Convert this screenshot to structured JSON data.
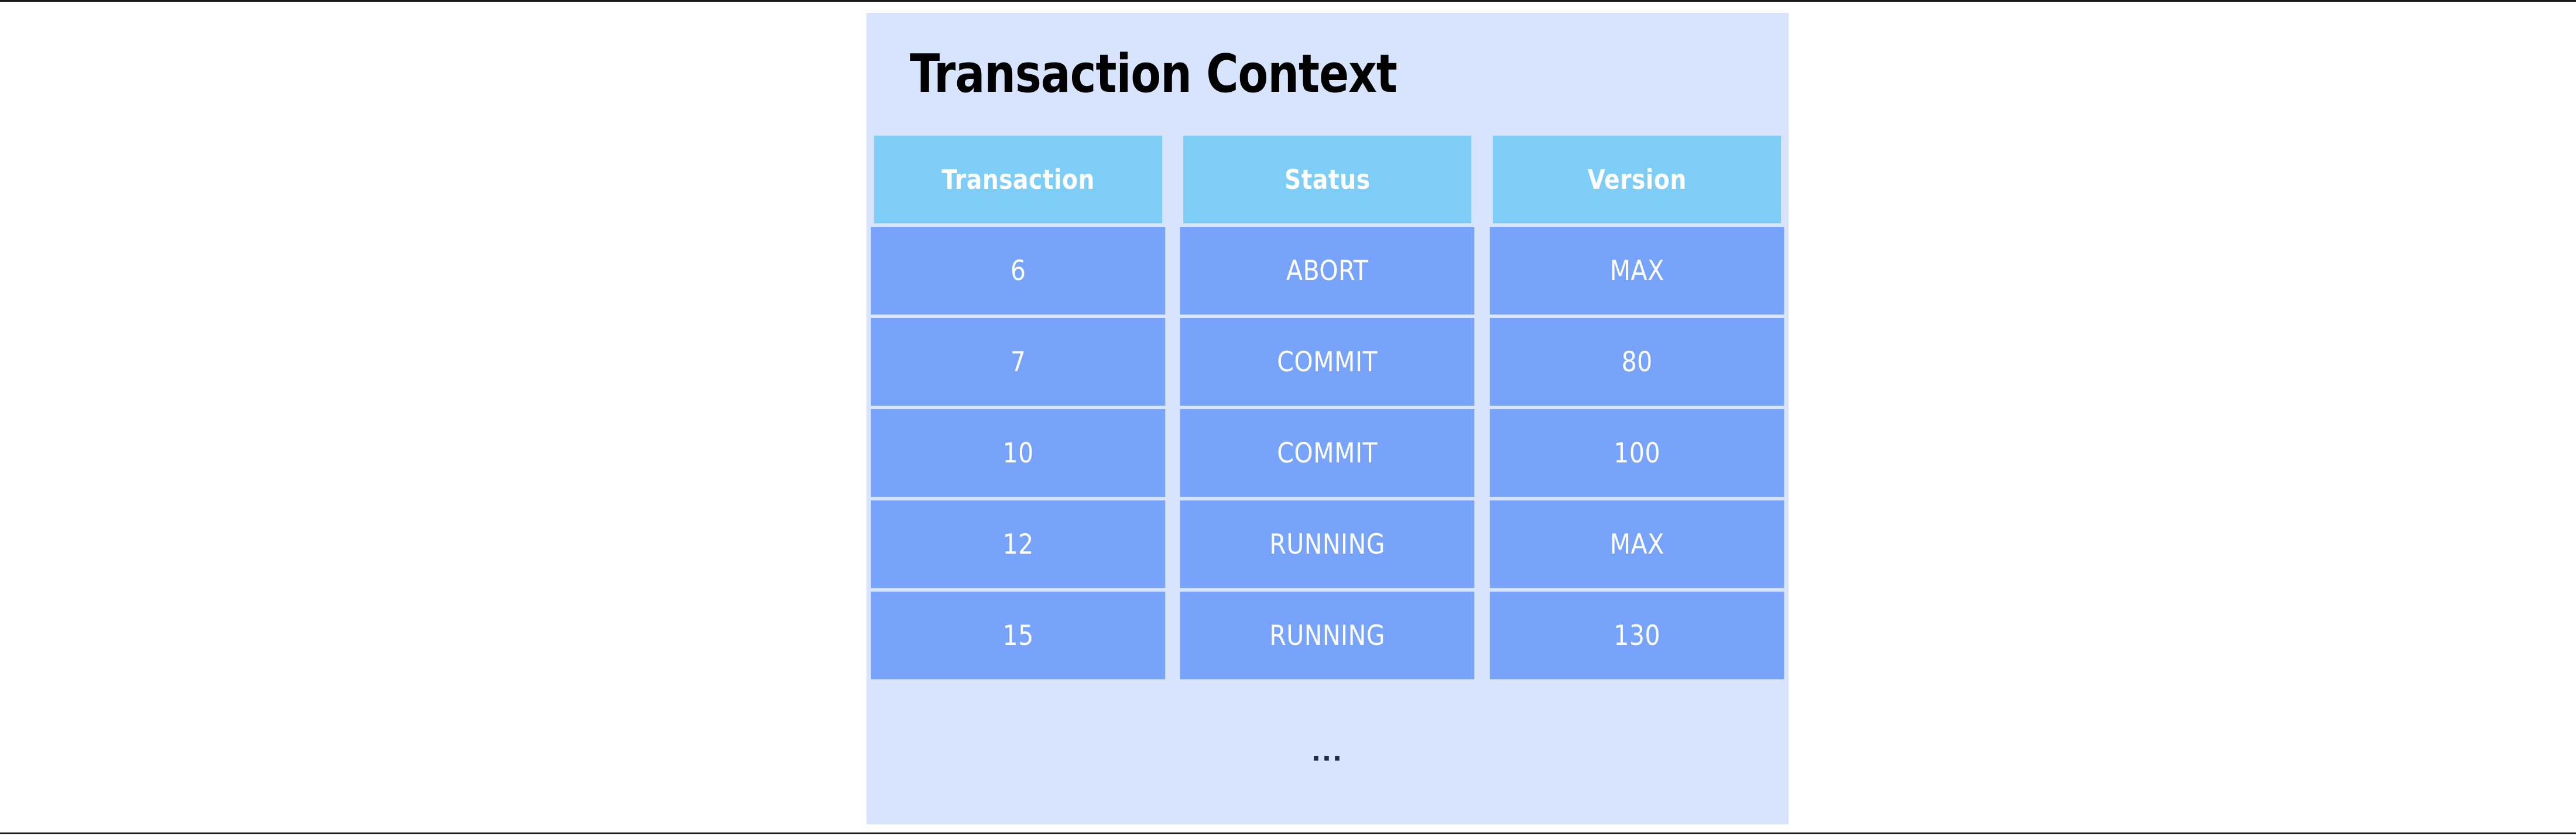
{
  "page": {
    "background_color": "#ffffff",
    "rule_color": "#1b1b1b"
  },
  "card": {
    "title": "Transaction Context",
    "background_color": "#d7e4fc",
    "title_color": "#000000",
    "header_cell_color": "#7dcdf7",
    "data_cell_color": "#77a3fb",
    "cell_text_color": "#ffffff",
    "footer_ellipsis": "...",
    "footer_ellipsis_color": "#1c2b46"
  },
  "table": {
    "columns": [
      {
        "key": "transaction",
        "label": "Transaction"
      },
      {
        "key": "status",
        "label": "Status"
      },
      {
        "key": "version",
        "label": "Version"
      }
    ],
    "rows": [
      {
        "transaction": "6",
        "status": "ABORT",
        "version": "MAX"
      },
      {
        "transaction": "7",
        "status": "COMMIT",
        "version": "80"
      },
      {
        "transaction": "10",
        "status": "COMMIT",
        "version": "100"
      },
      {
        "transaction": "12",
        "status": "RUNNING",
        "version": "MAX"
      },
      {
        "transaction": "15",
        "status": "RUNNING",
        "version": "130"
      }
    ]
  }
}
